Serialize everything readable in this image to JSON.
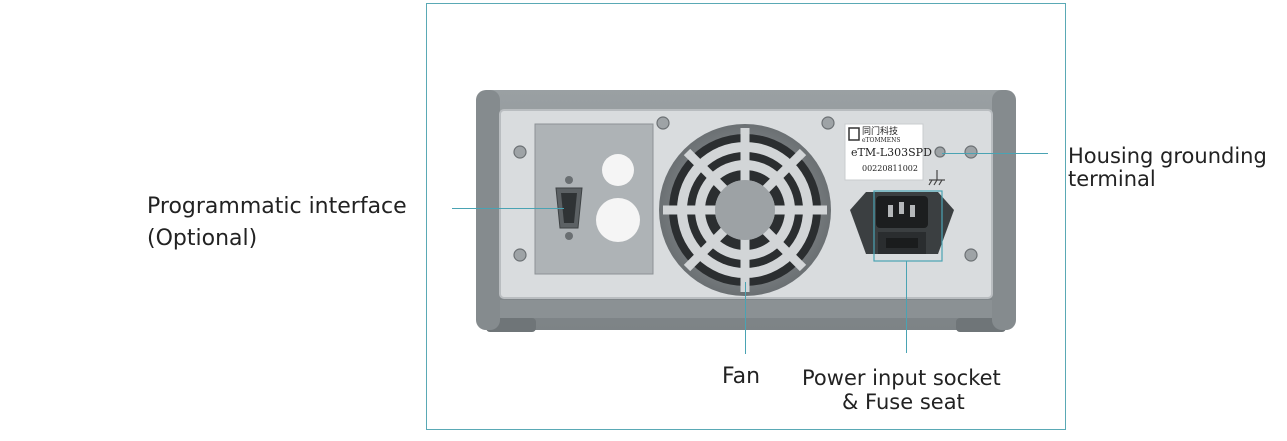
{
  "device": {
    "brand_cn": "同门科技",
    "brand_en": "eTOMMENS",
    "model": "eTM-L303SPD",
    "serial": "00220811002"
  },
  "callouts": {
    "programmatic": {
      "line1": "Programmatic interface",
      "line2": "(Optional)"
    },
    "grounding": {
      "line1": "Housing grounding",
      "line2": "terminal"
    },
    "fan": {
      "line1": "Fan"
    },
    "power": {
      "line1": "Power input socket",
      "line2": "& Fuse seat"
    }
  },
  "colors": {
    "accent": "#4aa3b3",
    "housing": "#8e9396",
    "panel": "#d9dcde"
  }
}
